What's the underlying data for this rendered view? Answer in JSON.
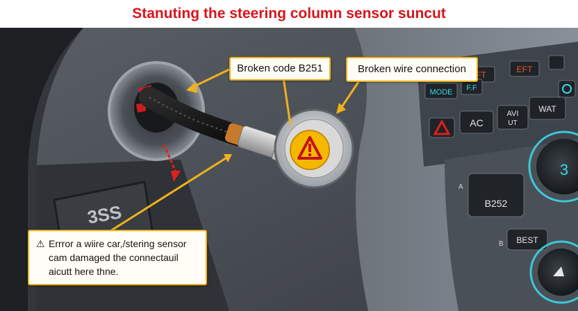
{
  "title": "Stanuting the steering column sensor suncut",
  "callouts": {
    "code": "Broken code B251",
    "wire": "Broken wire connection",
    "error_line1": "Errror a wiire car,/stering sensor",
    "error_line2": "cam damaged the connectauil",
    "error_line3": "aicutt here thne."
  },
  "pedal_label": "3SS",
  "dash_buttons": {
    "row1_a": "FFT",
    "row1_b": "EFT",
    "mode": "MODE",
    "row2_b": "F.F",
    "ac": "AC",
    "avi_top": "AVI",
    "avi_bottom": "UT",
    "wat": "WAT",
    "b252": "B252",
    "best": "BEST",
    "knob_value": "3",
    "side_a": "A",
    "side_b": "B"
  },
  "colors": {
    "title": "#d8141b",
    "callout_border": "#f0b21c",
    "warning_yellow": "#f5b800",
    "arrow_red": "#e0201c",
    "dash_cyan": "#3cd6e8"
  }
}
